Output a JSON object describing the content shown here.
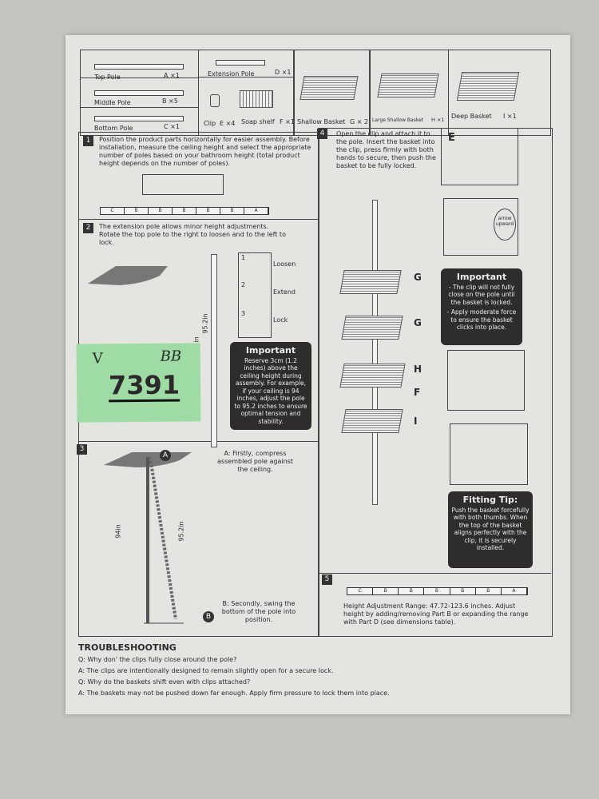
{
  "parts": [
    {
      "name": "Top Pole",
      "qty": "A ×1"
    },
    {
      "name": "Middle Pole",
      "qty": "B ×5"
    },
    {
      "name": "Bottom Pole",
      "qty": "C ×1"
    },
    {
      "name": "Extension Pole",
      "qty": "D ×1"
    },
    {
      "name": "Clip",
      "qty": "E ×4"
    },
    {
      "name": "Soap shelf",
      "qty": "F ×1"
    },
    {
      "name": "Shallow Basket",
      "qty": "G × 2"
    },
    {
      "name": "Large Shallow Basket",
      "qty": "H ×1"
    },
    {
      "name": "Deep Basket",
      "qty": "I ×1"
    }
  ],
  "pole_segments": [
    "C",
    "B",
    "B",
    "B",
    "B",
    "B",
    "A"
  ],
  "steps": {
    "s1": {
      "num": "1",
      "text": "Position the product parts horizontally for easier assembly. Before installation, measure the ceiling height and select the appropriate number of poles based on your bathroom height (total product height depends on the number of poles)."
    },
    "s2": {
      "num": "2",
      "text": "The extension pole allows minor height adjustments. Rotate the top pole to the right to loosen and to the left to lock.",
      "sub": [
        {
          "n": "1",
          "label": "Loosen"
        },
        {
          "n": "2",
          "label": "Extend"
        },
        {
          "n": "3",
          "label": "Lock"
        }
      ],
      "dim": "95.2in",
      "dim2": "in"
    },
    "s3": {
      "num": "3",
      "a": "A: Firstly, compress assembled pole against the ceiling.",
      "b": "B: Secondly, swing the bottom of the pole into position.",
      "dim1": "94in",
      "dim2": "95.2in",
      "markA": "A",
      "markB": "B"
    },
    "s4": {
      "num": "4",
      "text": "Open the clip and attach it to the pole. Insert the basket into the clip, press firmly with both hands to secure, then push the basket to be fully locked.",
      "clip": "E",
      "arrow": "arrow upward",
      "labels": [
        "G",
        "G",
        "H",
        "F",
        "I"
      ]
    },
    "s5": {
      "num": "5",
      "text": "Height Adjustment Range: 47.72-123.6 inches. Adjust height by adding/removing Part B or expanding the range with Part D (see dimensions table)."
    }
  },
  "important1": {
    "title": "Important",
    "text": "Reserve 3cm (1.2 inches) above the ceiling height during assembly. For example, if your ceiling is 94 inches, adjust the pole to 95.2 inches to ensure optimal tension and stability."
  },
  "important2": {
    "title": "Important",
    "l1": "- The clip will not fully close on the pole until the basket is locked.",
    "l2": "- Apply moderate force to ensure the basket clicks into place."
  },
  "tip": {
    "title": "Fitting Tip:",
    "text": "Push the basket forcefully with both thumbs. When the top of the basket aligns perfectly with the clip, it is securely installed."
  },
  "troubleshooting": {
    "title": "TROUBLESHOOTING",
    "lines": [
      "Q: Why don' the clips fully close around the pole?",
      "A: The clips are intentionally designed to remain slightly open for a secure lock.",
      "Q: Why do the baskets shift even with clips attached?",
      "A: The baskets may not be pushed down far enough. Apply firm pressure to lock them into place."
    ]
  },
  "sticky": {
    "check": "V",
    "initials": "BB",
    "number": "7391"
  }
}
